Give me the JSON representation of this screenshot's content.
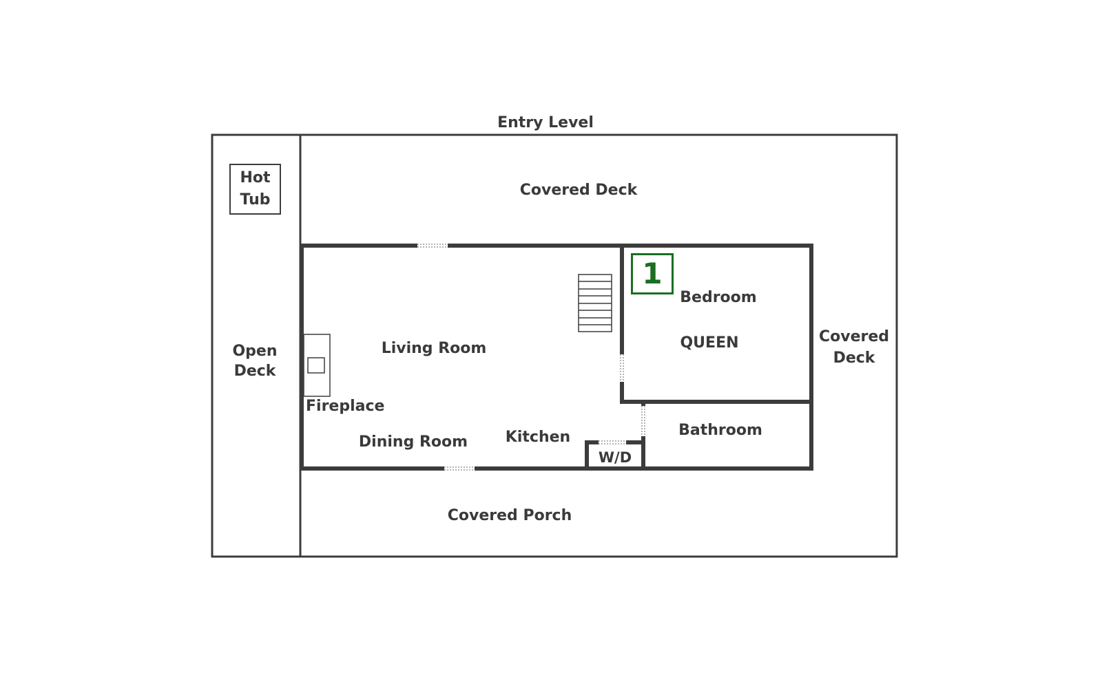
{
  "title": "Entry Level",
  "rooms": {
    "hot_tub": [
      "Hot",
      "Tub"
    ],
    "covered_deck_top": "Covered Deck",
    "open_deck": [
      "Open",
      "Deck"
    ],
    "living_room": "Living Room",
    "fireplace": "Fireplace",
    "dining_room": "Dining Room",
    "kitchen": "Kitchen",
    "wd": "W/D",
    "bedroom": "Bedroom",
    "bed_size": "QUEEN",
    "bathroom": "Bathroom",
    "covered_deck_right": [
      "Covered",
      "Deck"
    ],
    "covered_porch": "Covered Porch"
  },
  "bedroom_badge": "1",
  "colors": {
    "wall": "#3c3c3c",
    "badge": "#1a6e22",
    "text": "#3a3a3a"
  }
}
